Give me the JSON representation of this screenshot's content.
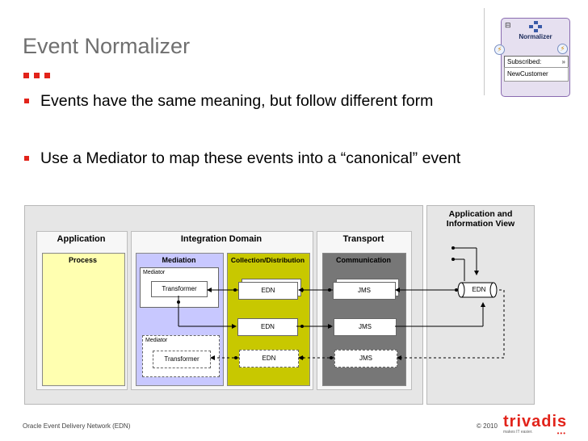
{
  "slide": {
    "title": "Event Normalizer",
    "bullets": [
      "Events have the same meaning, but follow different form",
      "Use a Mediator to map these events into a “canonical” event"
    ],
    "footer_left": "Oracle Event Delivery Network (EDN)",
    "footer_right": "© 2010",
    "accent_color": "#e2231a"
  },
  "normalizer_widget": {
    "title": "Normalizer",
    "subscribed_label": "Subscribed:",
    "expand_glyph": "»",
    "event_name": "NewCustomer",
    "icons": [
      "collapse-icon",
      "component-icon",
      "lightning-icon"
    ]
  },
  "diagram": {
    "app_info_view": "Application and Information View",
    "panels": {
      "application": "Application",
      "integration": "Integration Domain",
      "transport": "Transport"
    },
    "subareas": {
      "process": "Process",
      "mediation": "Mediation",
      "collection": "Collection/Distribution",
      "communication": "Communication"
    },
    "mediator_label": "Mediator",
    "transformer_label": "Transformer",
    "edn_label": "EDN",
    "jms_label": "JMS",
    "colors": {
      "process": "#ffffb0",
      "mediation": "#c8c8ff",
      "collection": "#c8c800",
      "communication": "#777777"
    }
  },
  "logo": {
    "brand": "trivadis",
    "tagline": "makes IT easier."
  }
}
